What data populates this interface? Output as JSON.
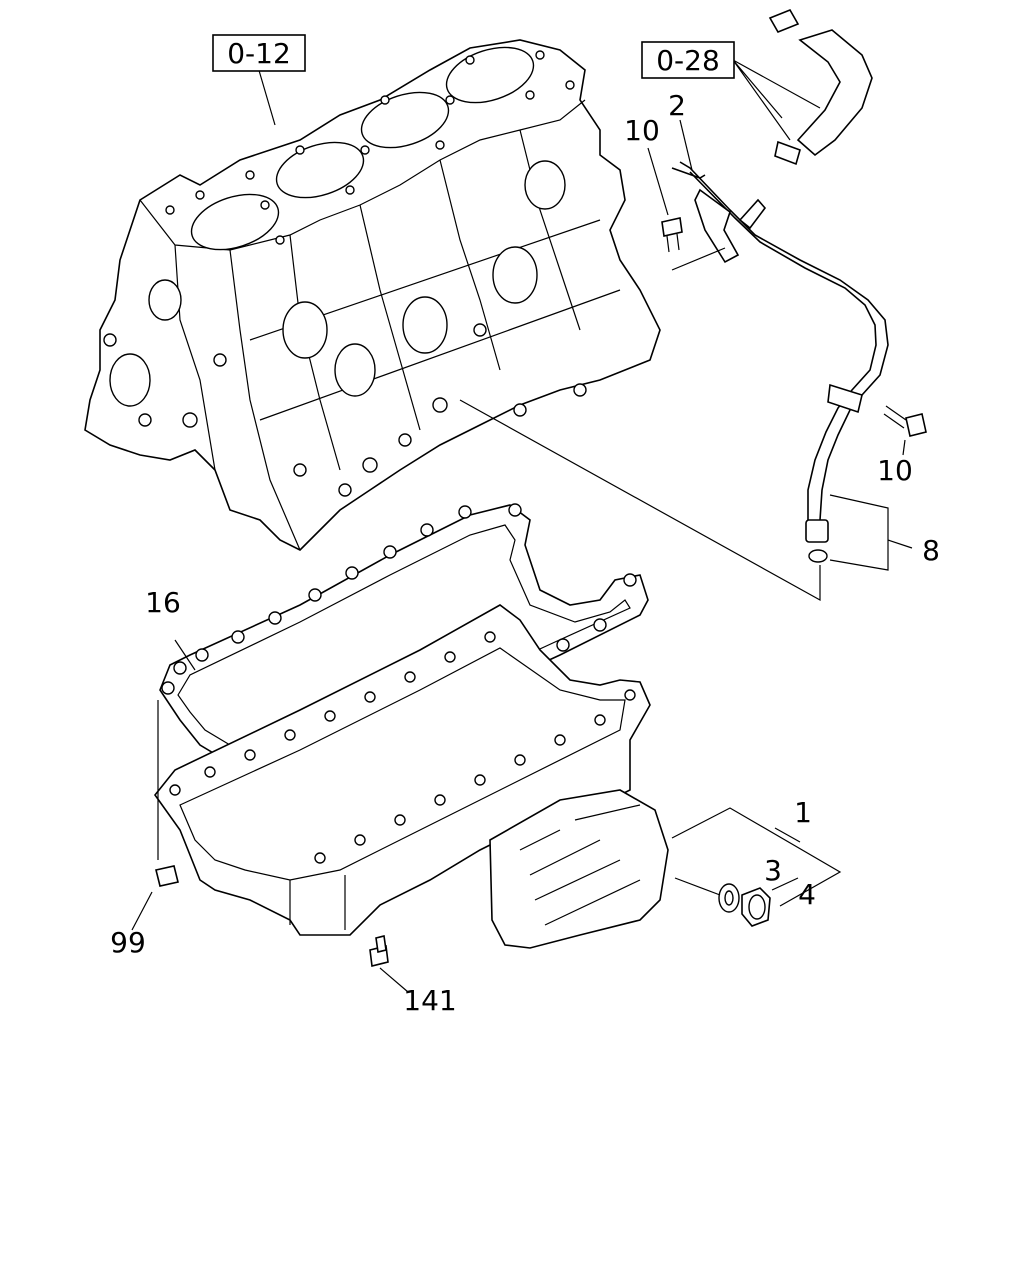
{
  "refs": [
    {
      "id": "ref-0-12",
      "text": "0-12"
    },
    {
      "id": "ref-0-28",
      "text": "0-28"
    }
  ],
  "callouts": [
    {
      "id": "callout-1",
      "text": "1"
    },
    {
      "id": "callout-2",
      "text": "2"
    },
    {
      "id": "callout-3",
      "text": "3"
    },
    {
      "id": "callout-4",
      "text": "4"
    },
    {
      "id": "callout-8",
      "text": "8"
    },
    {
      "id": "callout-10-top",
      "text": "10"
    },
    {
      "id": "callout-10-right",
      "text": "10"
    },
    {
      "id": "callout-16",
      "text": "16"
    },
    {
      "id": "callout-99",
      "text": "99"
    },
    {
      "id": "callout-141",
      "text": "141"
    }
  ]
}
